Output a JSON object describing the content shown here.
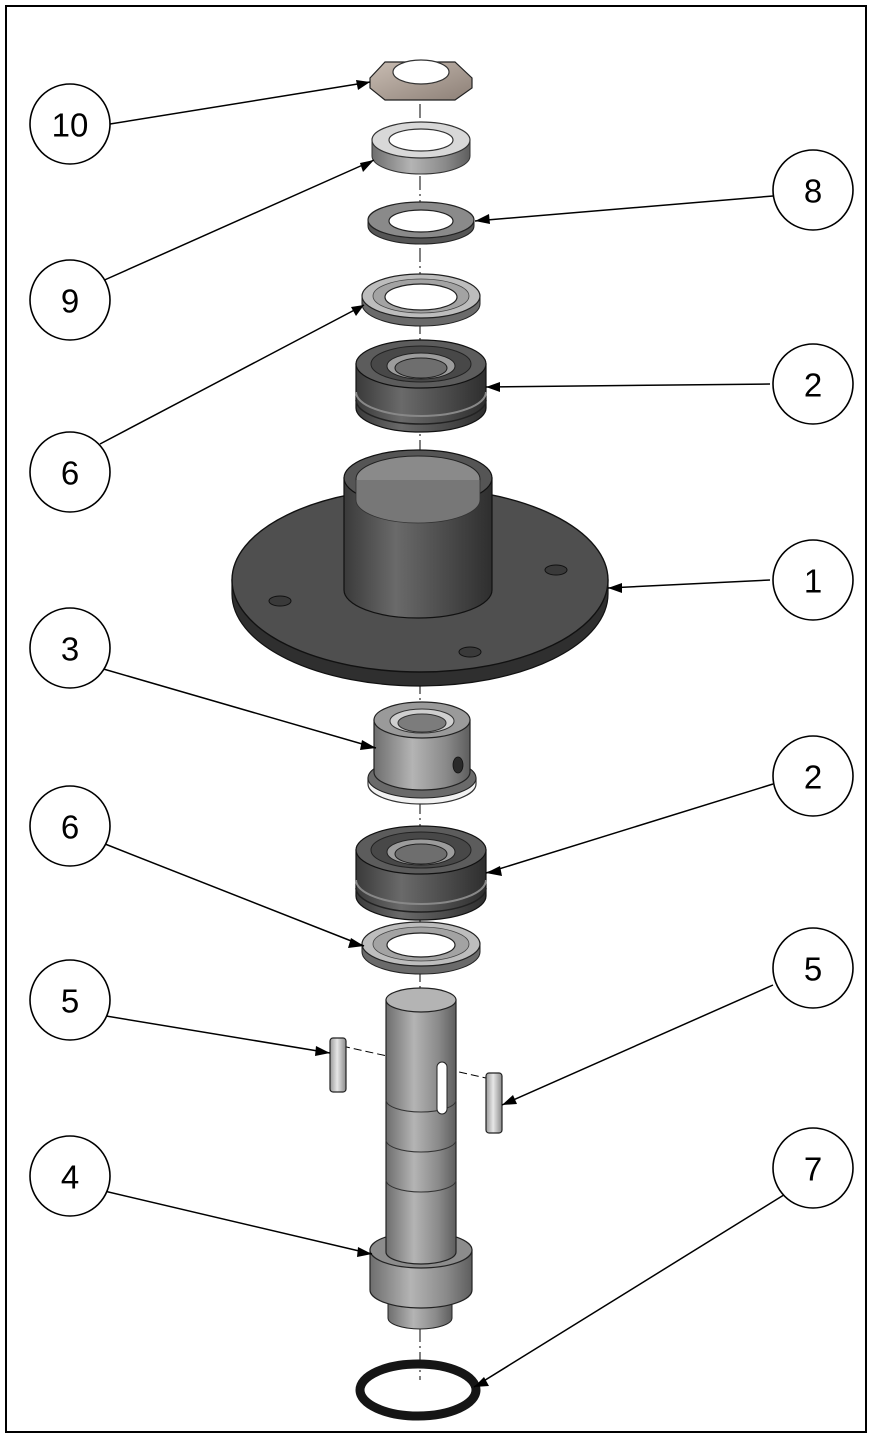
{
  "drawing": {
    "type": "exploded assembly view",
    "colors": {
      "border": "#000000",
      "dark_steel": "#4a4a4a",
      "mid_steel": "#8c8c8c",
      "light_steel": "#cfcfcf",
      "nut_bronze": "#a89b91",
      "oring": "#151515"
    }
  },
  "balloons": [
    {
      "label": "10",
      "part": "hex-nut"
    },
    {
      "label": "9",
      "part": "lock-washer-ring"
    },
    {
      "label": "8",
      "part": "flat-washer"
    },
    {
      "label": "6",
      "part": "upper-seal-ring"
    },
    {
      "label": "2",
      "part": "upper-bearing"
    },
    {
      "label": "1",
      "part": "flanged-housing"
    },
    {
      "label": "3",
      "part": "spacer-sleeve"
    },
    {
      "label": "2",
      "part": "lower-bearing"
    },
    {
      "label": "6",
      "part": "lower-seal-ring"
    },
    {
      "label": "5",
      "part": "left-key"
    },
    {
      "label": "5",
      "part": "right-key"
    },
    {
      "label": "4",
      "part": "shaft"
    },
    {
      "label": "7",
      "part": "o-ring"
    }
  ]
}
